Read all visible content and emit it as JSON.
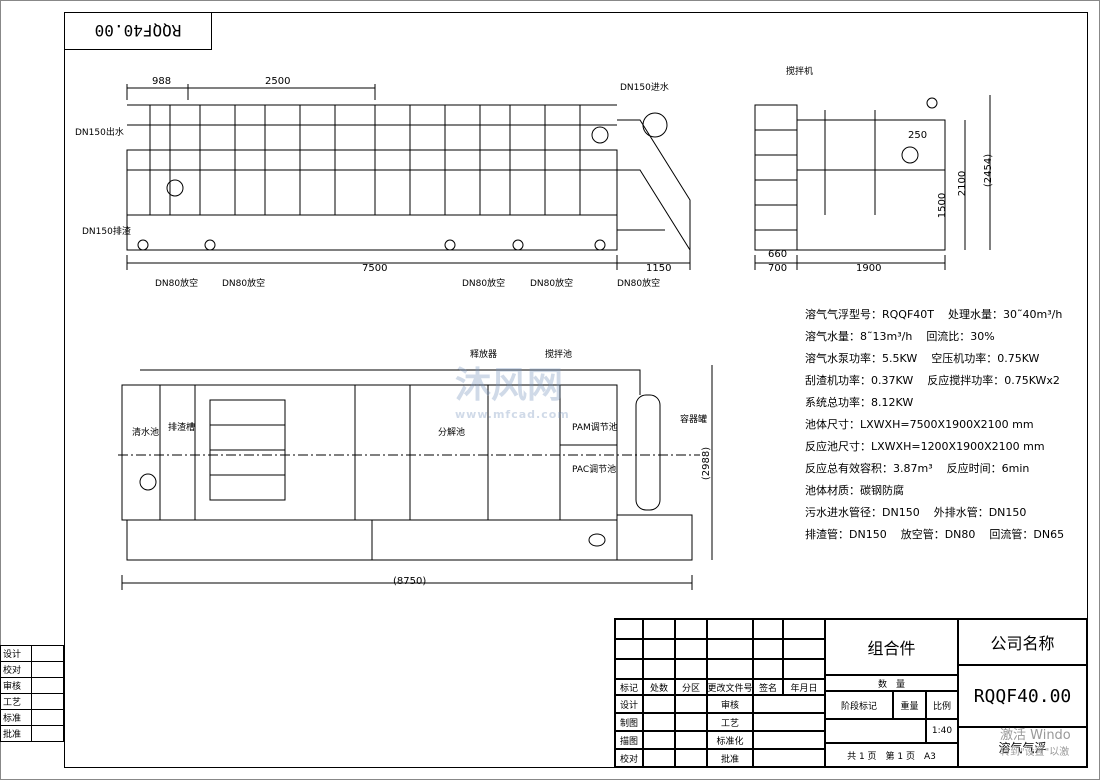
{
  "drawing_code": "RQQF40.00",
  "front_view": {
    "dims": {
      "d988": "988",
      "d2500": "2500",
      "d7500": "7500",
      "d1150": "1150"
    },
    "labels": {
      "dn150_outlet": "DN150出水",
      "dn150_inlet": "DN150进水",
      "dn150_drain": "DN150排渣",
      "dn80_1": "DN80放空",
      "dn80_2": "DN80放空",
      "dn80_3": "DN80放空",
      "dn80_4": "DN80放空",
      "dn80_5": "DN80放空"
    }
  },
  "side_view": {
    "labels": {
      "mixer": "搅拌机"
    },
    "dims": {
      "d250": "250",
      "d1500": "1500",
      "d2100": "2100",
      "d2454": "(2454)",
      "d660": "660",
      "d700": "700",
      "d1900": "1900"
    }
  },
  "top_view": {
    "labels": {
      "clear_pool": "清水池",
      "scum_tank": "排渣槽",
      "separation": "分解池",
      "releaser": "释放器",
      "mixer": "搅拌池",
      "pam": "PAM调节池",
      "pac": "PAC调节池",
      "air_tank": "容器罐"
    },
    "dims": {
      "d8750": "(8750)",
      "d2988": "(2988)"
    }
  },
  "specs": [
    [
      "溶气气浮型号：RQQF40T",
      "处理水量：30˜40m³/h"
    ],
    [
      "溶气水量：8˜13m³/h",
      "回流比：30%"
    ],
    [
      "溶气水泵功率：5.5KW",
      "空压机功率：0.75KW"
    ],
    [
      "刮渣机功率：0.37KW",
      "反应搅拌功率：0.75KWx2"
    ],
    [
      "系统总功率：8.12KW"
    ],
    [
      "池体尺寸：LXWXH=7500X1900X2100 mm"
    ],
    [
      "反应池尺寸：LXWXH=1200X1900X2100 mm"
    ],
    [
      "反应总有效容积：3.87m³",
      "反应时间：6min"
    ],
    [
      "池体材质：碳钢防腐"
    ],
    [
      "污水进水管径：DN150",
      "外排水管：DN150"
    ],
    [
      "排渣管：DN150",
      "放空管：DN80",
      "回流管：DN65"
    ]
  ],
  "left_title_block": [
    "设计",
    "校对",
    "审核",
    "工艺",
    "标准",
    "批准"
  ],
  "title_block": {
    "row_headers": [
      "标记",
      "处数",
      "分区",
      "更改文件号",
      "签名",
      "年月日"
    ],
    "left_rows": [
      [
        "设计",
        "",
        "",
        "审核",
        ""
      ],
      [
        "制图",
        "",
        "",
        "工艺",
        ""
      ],
      [
        "描图",
        "",
        "",
        "标准化",
        ""
      ],
      [
        "校对",
        "",
        "",
        "批准",
        ""
      ]
    ],
    "assembly": "组合件",
    "company": "公司名称",
    "drawing_no": "RQQF40.00",
    "product": "溶气气浮",
    "qty_label": "数　量",
    "stage_label": "阶段标记",
    "weight_label": "重量",
    "scale_label": "比例",
    "scale": "1:40",
    "sheets": "共 1 页　第 1 页　A3"
  },
  "watermark": {
    "main": "沐风网",
    "sub": "www.mfcad.com"
  },
  "windows_notice": {
    "line1": "激活 Windo",
    "line2": "转到\"设置\"以激"
  }
}
